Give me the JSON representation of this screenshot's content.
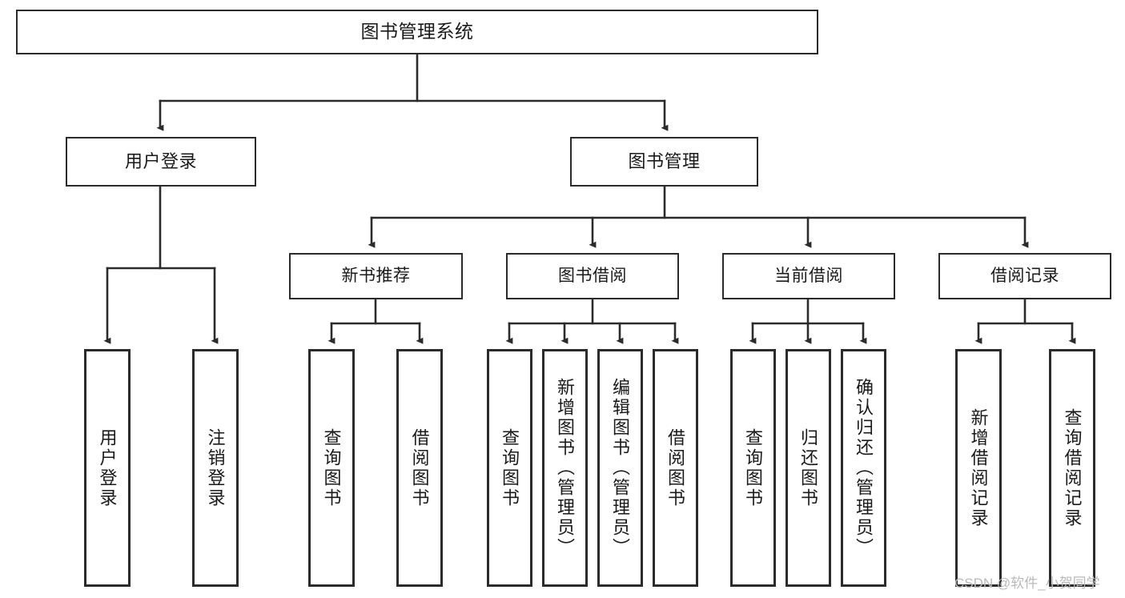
{
  "diagram": {
    "title": "图书管理系统",
    "type": "tree-hierarchy-chart",
    "colors": {
      "stroke": "#2b2b2b",
      "fill": "#ffffff",
      "text": "#1a1a1a",
      "watermark": "#b9b9b9"
    },
    "root": {
      "label": "图书管理系统"
    },
    "level2": [
      {
        "label": "用户登录"
      },
      {
        "label": "图书管理"
      }
    ],
    "level3": [
      {
        "label": "新书推荐"
      },
      {
        "label": "图书借阅"
      },
      {
        "label": "当前借阅"
      },
      {
        "label": "借阅记录"
      }
    ],
    "leaves": {
      "user_login": [
        {
          "label": "用户登录"
        },
        {
          "label": "注销登录"
        }
      ],
      "new_book_recommend": [
        {
          "label": "查询图书"
        },
        {
          "label": "借阅图书"
        }
      ],
      "book_borrow": [
        {
          "label": "查询图书"
        },
        {
          "label": "新增图书（管理员）"
        },
        {
          "label": "编辑图书（管理员）"
        },
        {
          "label": "借阅图书"
        }
      ],
      "current_borrow": [
        {
          "label": "查询图书"
        },
        {
          "label": "归还图书"
        },
        {
          "label": "确认归还（管理员）"
        }
      ],
      "borrow_record": [
        {
          "label": "新增借阅记录"
        },
        {
          "label": "查询借阅记录"
        }
      ]
    },
    "watermark": "CSDN @软件_小贺同学"
  }
}
